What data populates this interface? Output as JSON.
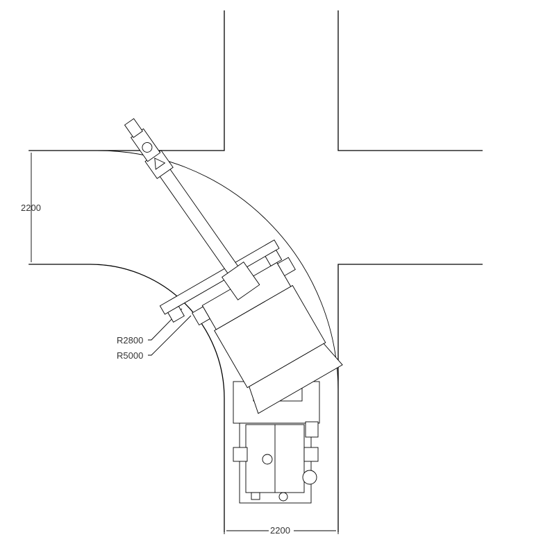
{
  "dimensions": {
    "left_width": "2200",
    "bottom_width": "2200",
    "inner_radius": "R2800",
    "outer_radius": "R5000"
  },
  "colors": {
    "line": "#000000",
    "background": "#ffffff"
  }
}
